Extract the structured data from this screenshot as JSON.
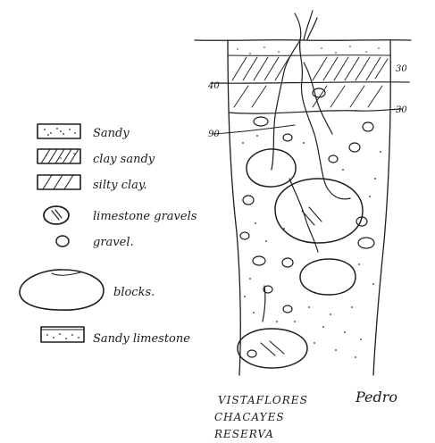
{
  "legend": {
    "items": [
      {
        "key": "sandy",
        "label": "Sandy"
      },
      {
        "key": "clay_sandy",
        "label": "clay sandy"
      },
      {
        "key": "silty_clay",
        "label": "silty clay."
      },
      {
        "key": "limestone_gravels",
        "label": "limestone gravels"
      },
      {
        "key": "gravel",
        "label": "gravel."
      },
      {
        "key": "blocks",
        "label": "blocks."
      },
      {
        "key": "sandy_limestone",
        "label": "Sandy limestone"
      }
    ]
  },
  "profile": {
    "depth_marks": {
      "left_upper": "40",
      "left_lower": "90",
      "right_upper": "30",
      "right_lower": "30"
    }
  },
  "caption": {
    "lines": [
      "VISTAFLORES",
      "CHACAYES",
      "RESERVA"
    ],
    "signature": "Pedro"
  }
}
